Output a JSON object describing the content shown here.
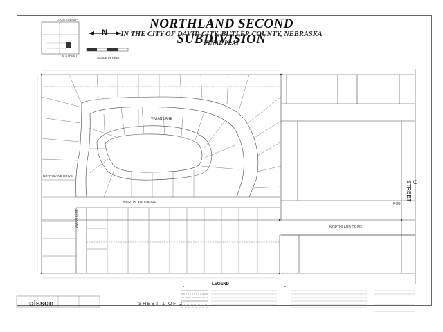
{
  "title": "NORTHLAND SECOND SUBDIVISION",
  "subtitle": "IN THE CITY OF DAVID CITY, BUTLER COUNTY, NEBRASKA",
  "plat_type": "FINAL PLAT",
  "location_map_label": "LOCATION MAP",
  "b_street_label": "B STREET",
  "scale_label": "SCALE IN FEET",
  "north_arrow": "N",
  "streets": {
    "vivian_lane": "VIVIAN LANE",
    "northland_drive": "NORTHLAND DRIVE",
    "o_street": "O STREET",
    "pob": "POB"
  },
  "legend_title": "LEGEND",
  "sheet_label": "SHEET 1 OF 2",
  "brand": "olsson"
}
